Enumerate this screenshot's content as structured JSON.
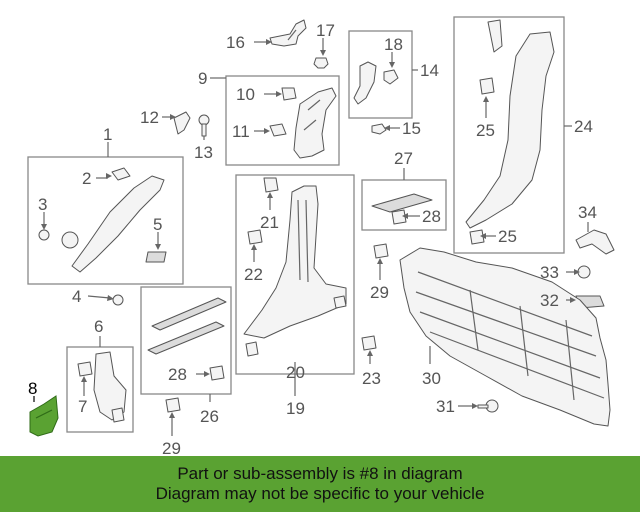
{
  "diagram": {
    "labels": {
      "l1": "1",
      "l2": "2",
      "l3": "3",
      "l4": "4",
      "l5": "5",
      "l6": "6",
      "l7": "7",
      "l8": "8",
      "l9": "9",
      "l10": "10",
      "l11": "11",
      "l12": "12",
      "l13": "13",
      "l14": "14",
      "l15": "15",
      "l16": "16",
      "l17": "17",
      "l18": "18",
      "l19": "19",
      "l20": "20",
      "l21": "21",
      "l22": "22",
      "l23": "23",
      "l24": "24",
      "l25a": "25",
      "l25b": "25",
      "l26": "26",
      "l27": "27",
      "l28a": "28",
      "l28b": "28",
      "l29a": "29",
      "l29b": "29",
      "l30": "30",
      "l31": "31",
      "l32": "32",
      "l33": "33",
      "l34": "34"
    },
    "highlight_color": "#5aa232"
  },
  "banner": {
    "line1": "Part or sub-assembly is #8 in diagram",
    "line2": "Diagram may not be specific to your vehicle",
    "background": "#5aa232"
  }
}
